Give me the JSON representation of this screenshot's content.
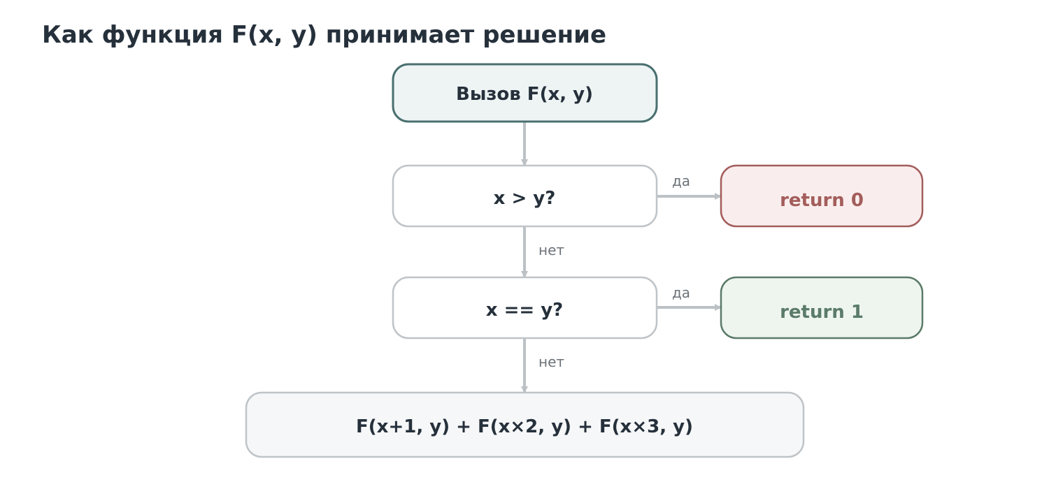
{
  "title": "Как функция F(x, y) принимает решение",
  "nodes": {
    "start": "Вызов F(x, y)",
    "cond_gt": "x > y?",
    "cond_eq": "x == y?",
    "return0": "return 0",
    "return1": "return 1",
    "recurse": "F(x+1, y) + F(x×2, y) + F(x×3, y)"
  },
  "edges": {
    "gt_yes": "да",
    "gt_no": "нет",
    "eq_yes": "да",
    "eq_no": "нет"
  },
  "colors": {
    "start_border": "#4a6f70",
    "start_fill": "#eef4f4",
    "neutral_border": "#bfc4c8",
    "arrow": "#bcc1c5",
    "red_border": "#a35d5b",
    "red_fill": "#f9eeed",
    "red_text": "#a35d5b",
    "green_border": "#5b7b69",
    "green_fill": "#eef5ef",
    "green_text": "#5b7b69",
    "recurse_fill": "#f6f7f8",
    "text": "#25303b"
  }
}
